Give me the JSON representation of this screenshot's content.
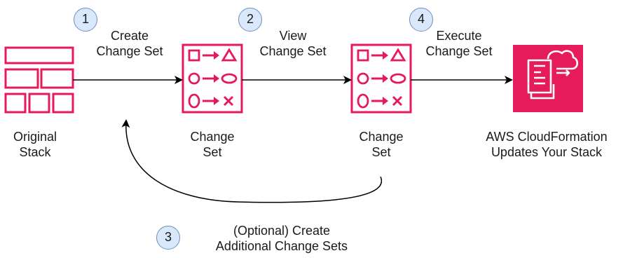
{
  "colors": {
    "accent": "#e6195a",
    "aws_icon_bg": "#e51b5b",
    "badge_fill": "#dae8fc",
    "badge_stroke": "#6c8ebf",
    "text": "#1a1a1a"
  },
  "nodes": {
    "original_stack": {
      "line1": "Original",
      "line2": "Stack",
      "icon": "stack-layout-icon"
    },
    "change_set_1": {
      "line1": "Change",
      "line2": "Set",
      "icon": "change-set-icon"
    },
    "change_set_2": {
      "line1": "Change",
      "line2": "Set",
      "icon": "change-set-icon"
    },
    "cloudformation": {
      "line1": "AWS CloudFormation",
      "line2": "Updates Your Stack",
      "icon": "cloudformation-icon"
    }
  },
  "steps": {
    "step1": {
      "number": "1",
      "line1": "Create",
      "line2": "Change Set"
    },
    "step2": {
      "number": "2",
      "line1": "View",
      "line2": "Change Set"
    },
    "step3": {
      "number": "3",
      "line1": "(Optional) Create",
      "line2": "Additional Change Sets"
    },
    "step4": {
      "number": "4",
      "line1": "Execute",
      "line2": "Change Set"
    }
  },
  "change_set_glyphs": {
    "row1": "□→△",
    "row2": "o→⬭",
    "row3": "0→×"
  }
}
